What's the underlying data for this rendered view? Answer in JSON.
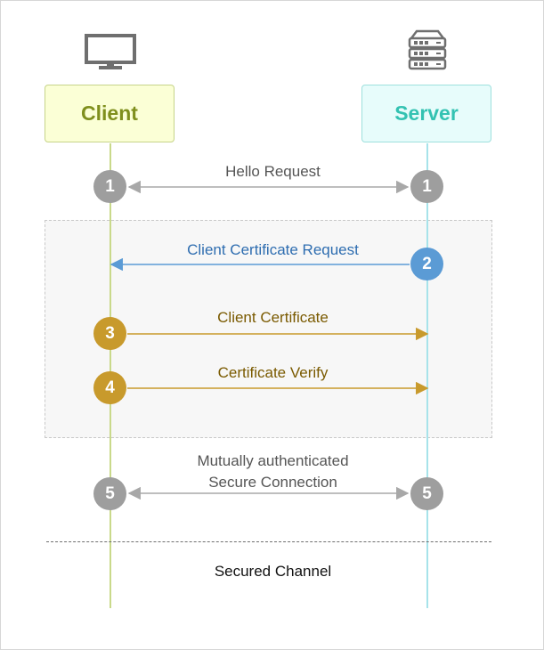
{
  "participants": {
    "client": {
      "label": "Client",
      "icon": "monitor-icon"
    },
    "server": {
      "label": "Server",
      "icon": "server-rack-icon"
    }
  },
  "messages": [
    {
      "label": "Hello Request",
      "client_step": "1",
      "server_step": "1",
      "direction": "both"
    },
    {
      "label": "Client Certificate Request",
      "server_step": "2",
      "direction": "server-to-client"
    },
    {
      "label": "Client Certificate",
      "client_step": "3",
      "direction": "client-to-server"
    },
    {
      "label": "Certificate Verify",
      "client_step": "4",
      "direction": "client-to-server"
    },
    {
      "label_line1": "Mutually authenticated",
      "label_line2": "Secure Connection",
      "client_step": "5",
      "server_step": "5",
      "direction": "both"
    }
  ],
  "footer_label": "Secured Channel",
  "colors": {
    "client_text": "#7f8f1d",
    "server_text": "#33c2b2",
    "grey_arrow": "#a8a8a8",
    "blue_arrow": "#5b9bd5",
    "gold_arrow": "#c89a2c"
  }
}
